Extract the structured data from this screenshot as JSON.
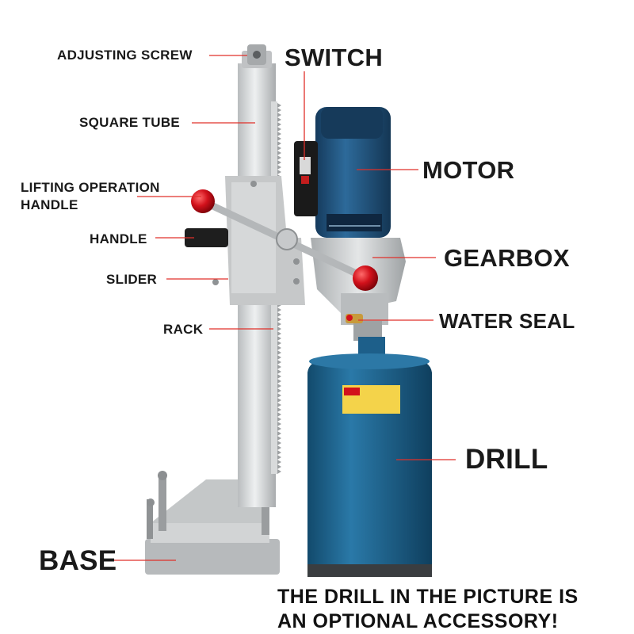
{
  "labels": {
    "adjusting_screw": "ADJUSTING SCREW",
    "switch": "SWITCH",
    "square_tube": "SQUARE TUBE",
    "motor": "MOTOR",
    "lifting_handle_line1": "LIFTING OPERATION",
    "lifting_handle_line2": "HANDLE",
    "handle": "HANDLE",
    "gearbox": "GEARBOX",
    "slider": "SLIDER",
    "water_seal": "WATER SEAL",
    "rack": "RACK",
    "drill": "DRILL",
    "base": "BASE"
  },
  "note": {
    "line1": "THE DRILL IN THE PICTURE IS",
    "line2": "AN OPTIONAL ACCESSORY!"
  },
  "colors": {
    "leader_line": "#e0302a",
    "motor_blue": "#1f4e7a",
    "drill_blue": "#1d5f8a",
    "aluminum": "#c9cbcc",
    "knob_red": "#d2111b"
  }
}
